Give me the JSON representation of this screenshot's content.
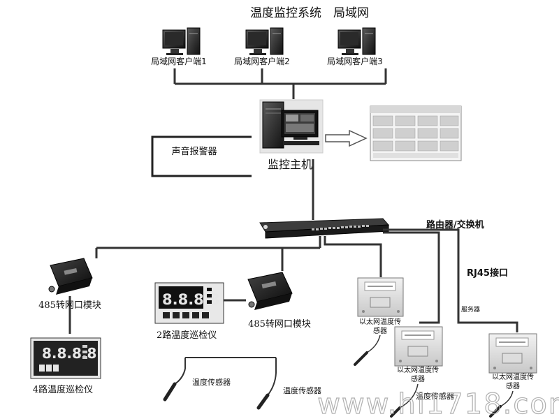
{
  "title": "温度监控系统　局域网",
  "clients": [
    {
      "label": "局域网客户端1"
    },
    {
      "label": "局域网客户端2"
    },
    {
      "label": "局域网客户端3"
    }
  ],
  "monitor_host": {
    "label": "监控主机"
  },
  "sound_alarm": {
    "label": "声音报警器"
  },
  "router": {
    "label": "路由器/交换机"
  },
  "rj45": {
    "label": "RJ45接口"
  },
  "server": {
    "label": "服务器"
  },
  "module_left": {
    "label": "485转网口模块"
  },
  "module_mid": {
    "label": "485转网口模块"
  },
  "inspector_2ch": {
    "label": "2路温度巡检仪",
    "display": "8.8.8.8"
  },
  "inspector_4ch": {
    "label": "4路温度巡检仪",
    "display": "8.8.8.8"
  },
  "sensor_group_mid": {
    "label_1": "温度传感器",
    "label_2": "温度传感器"
  },
  "eth_sensors": [
    {
      "label_line1": "以太网温度传",
      "label_line2": "感器"
    },
    {
      "label_line1": "以太网温度传",
      "label_line2": "感器"
    },
    {
      "label_line1": "以太网温度传",
      "label_line2": "感器"
    }
  ],
  "eth_sensor_probe": {
    "label": "温度传感器"
  },
  "watermark": {
    "text": "www.hi1718.com"
  }
}
